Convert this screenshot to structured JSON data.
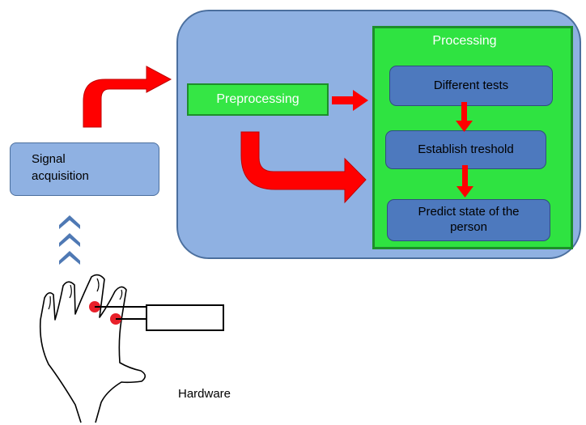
{
  "diagram": {
    "processing_title": "Processing",
    "preprocessing_label": "Preprocessing",
    "signal_acquisition_line1": "Signal",
    "signal_acquisition_line2": "acquisition",
    "step_1": "Different tests",
    "step_2": "Establish treshold",
    "step_3_line1": "Predict state of the",
    "step_3_line2": "person",
    "hardware_label": "Hardware"
  },
  "colors": {
    "panel_blue": "#8fb1e2",
    "box_blue": "#4d79be",
    "green": "#2fe341",
    "arrow_red": "#ff0000",
    "chevron_blue": "#4f79b4",
    "sensor_red": "#e8202a"
  }
}
